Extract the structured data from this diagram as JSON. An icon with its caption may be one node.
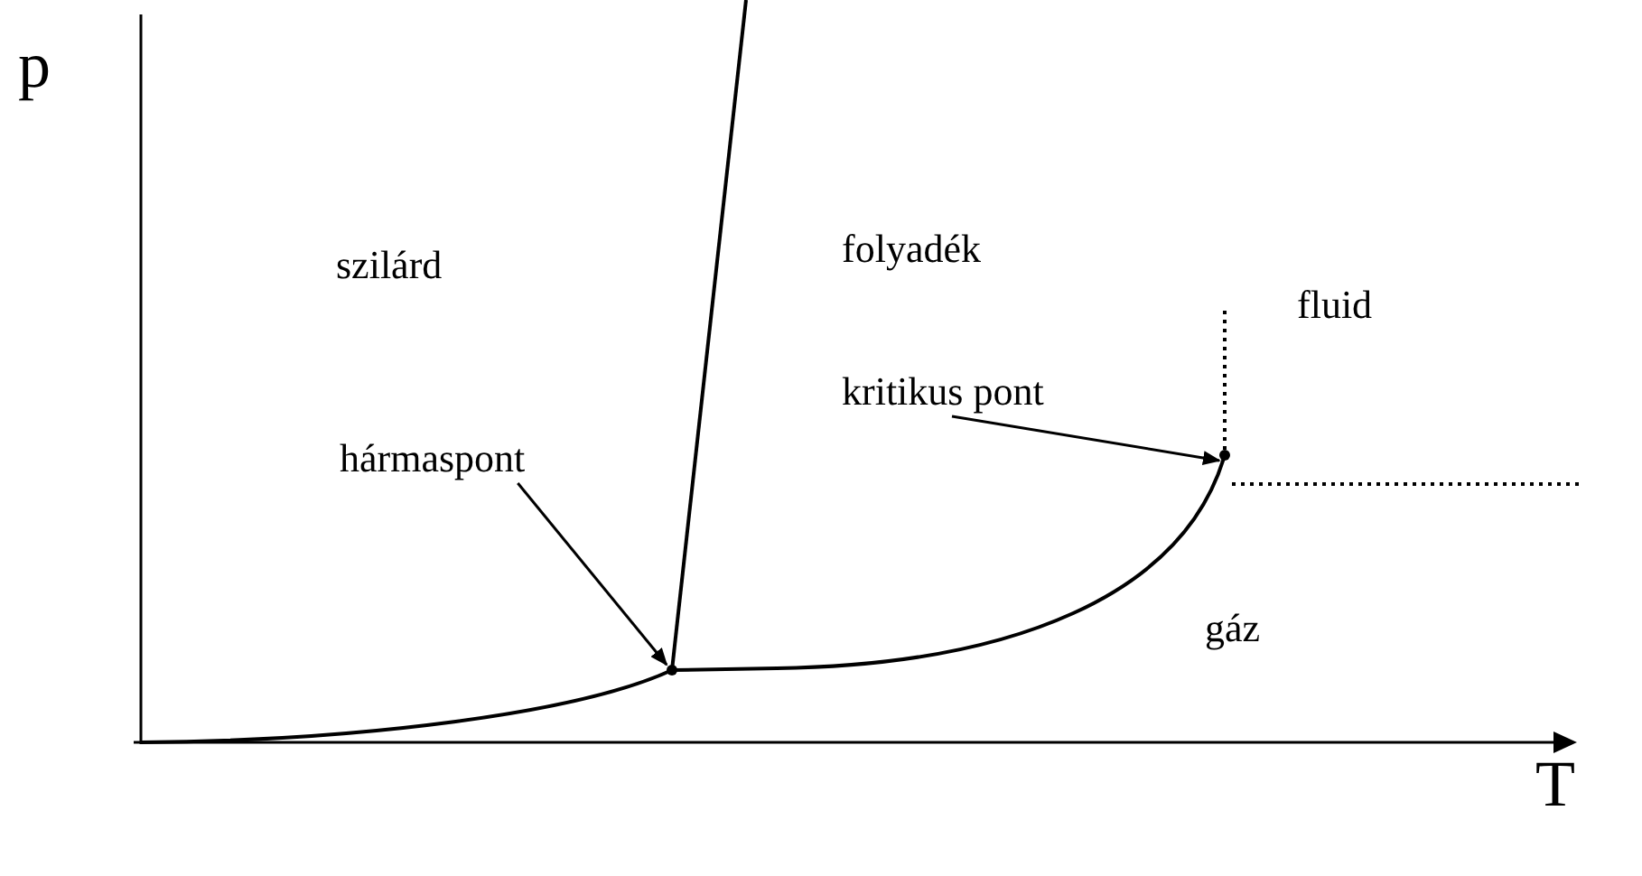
{
  "diagram": {
    "nodes": [
      {
        "text": [
          "hármaspont"
        ]
      },
      {
        "text": [
          "kritikus pont"
        ]
      },
      {
        "text": [],
        "shape": "dot"
      },
      {
        "text": [],
        "shape": "dot"
      }
    ],
    "edges": [
      {
        "from": 0,
        "to": 2,
        "arrow": "to"
      },
      {
        "from": 1,
        "to": 3,
        "arrow": "to"
      }
    ],
    "labels": [
      "p",
      "szilárd",
      "folyadék",
      "fluid",
      "gáz",
      "T"
    ]
  }
}
